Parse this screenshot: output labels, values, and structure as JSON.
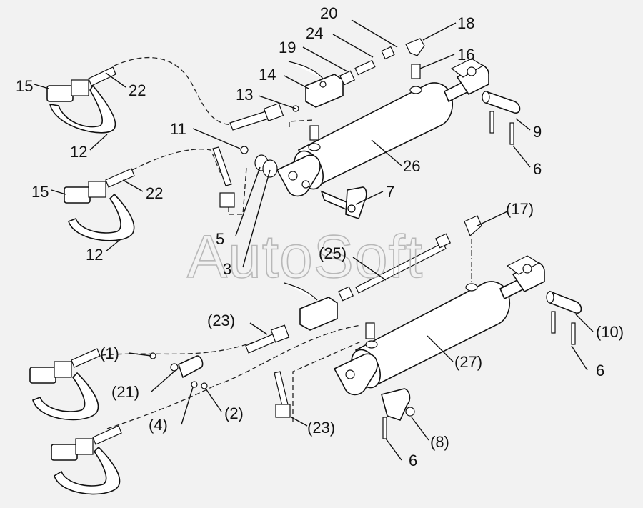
{
  "watermark": "AutoSoft",
  "callouts": {
    "c20": "20",
    "c24": "24",
    "c18": "18",
    "c19": "19",
    "c16": "16",
    "c14": "14",
    "c13": "13",
    "c15a": "15",
    "c22a": "22",
    "c11": "11",
    "c9": "9",
    "c26": "26",
    "c12a": "12",
    "c6a": "6",
    "c15b": "15",
    "c22b": "22",
    "c7": "7",
    "c12b": "12",
    "c5": "5",
    "c17": "(17)",
    "c3": "3",
    "c25": "(25)",
    "c23a": "(23)",
    "c10": "(10)",
    "c1": "(1)",
    "c27": "(27)",
    "c6b": "6",
    "c21": "(21)",
    "c2": "(2)",
    "c4": "(4)",
    "c23b": "(23)",
    "c8": "(8)",
    "c6c": "6"
  }
}
